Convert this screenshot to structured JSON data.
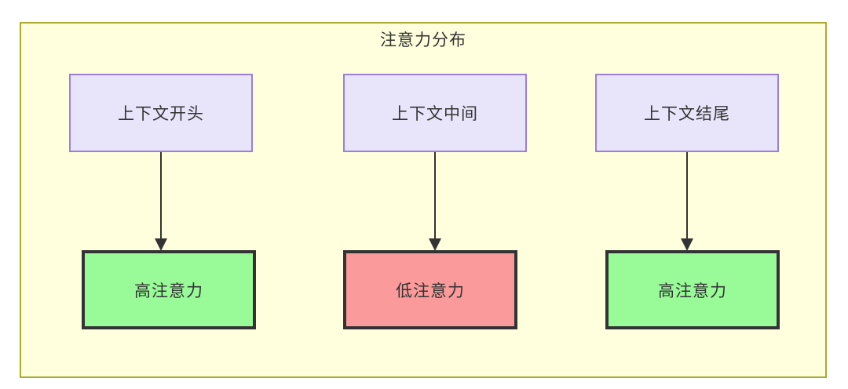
{
  "diagram": {
    "title": "注意力分布",
    "container": {
      "background_color": "#ffffdd",
      "border_color": "#aaaa33"
    },
    "context_nodes": [
      {
        "id": "context-start",
        "label": "上下文开头",
        "fill": "#e8e5fb",
        "stroke": "#9b7ede"
      },
      {
        "id": "context-middle",
        "label": "上下文中间",
        "fill": "#e8e5fb",
        "stroke": "#9b7ede"
      },
      {
        "id": "context-end",
        "label": "上下文结尾",
        "fill": "#e8e5fb",
        "stroke": "#9b7ede"
      }
    ],
    "attention_nodes": [
      {
        "id": "attention-high-start",
        "label": "高注意力",
        "level": "high",
        "fill": "#98fb98",
        "stroke": "#333333"
      },
      {
        "id": "attention-low-middle",
        "label": "低注意力",
        "level": "low",
        "fill": "#fa9a9a",
        "stroke": "#333333"
      },
      {
        "id": "attention-high-end",
        "label": "高注意力",
        "level": "high",
        "fill": "#98fb98",
        "stroke": "#333333"
      }
    ],
    "edges": [
      {
        "from": "context-start",
        "to": "attention-high-start",
        "label": ""
      },
      {
        "from": "context-middle",
        "to": "attention-low-middle",
        "label": ""
      },
      {
        "from": "context-end",
        "to": "attention-high-end",
        "label": ""
      }
    ]
  }
}
